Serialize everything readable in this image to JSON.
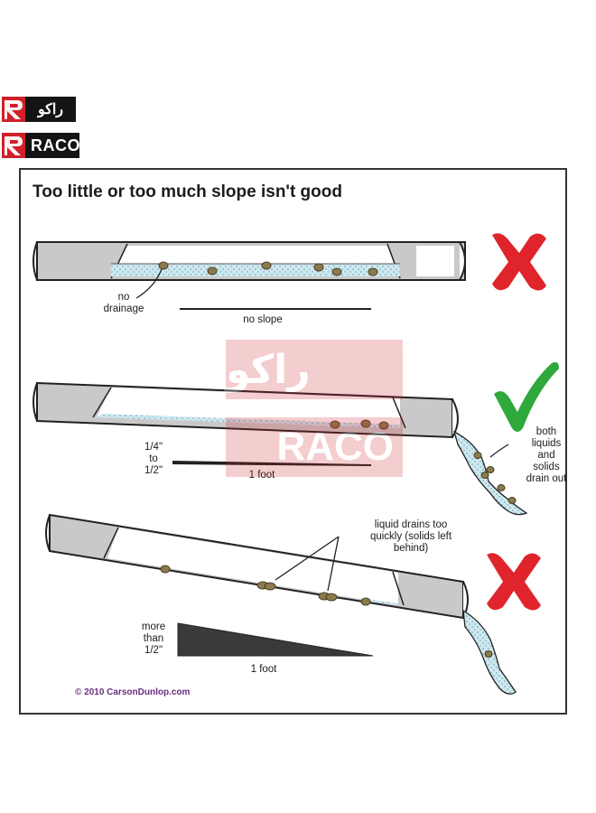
{
  "brand": {
    "arabic_name": "راكو",
    "latin_name": "RACO",
    "color": "#d0202a"
  },
  "diagram": {
    "title": "Too little or too much slope isn't good",
    "labels": {
      "no_drainage": "no drainage",
      "no_slope": "no slope",
      "quarter_to_half": "1/4\" to 1/2\"",
      "one_foot_a": "1 foot",
      "both_drain": "both liquids and solids drain out",
      "liquid_too_quick": "liquid drains too quickly (solids left behind)",
      "more_than_half": "more than 1/2\"",
      "one_foot_b": "1 foot"
    },
    "verdicts": [
      "bad",
      "good",
      "bad"
    ],
    "copyright": "© 2010 CarsonDunlop.com"
  },
  "colors": {
    "cross": "#e0242c",
    "check": "#2fa83c",
    "pipe": "#c9c9c9",
    "water": "#cfe8ef"
  }
}
